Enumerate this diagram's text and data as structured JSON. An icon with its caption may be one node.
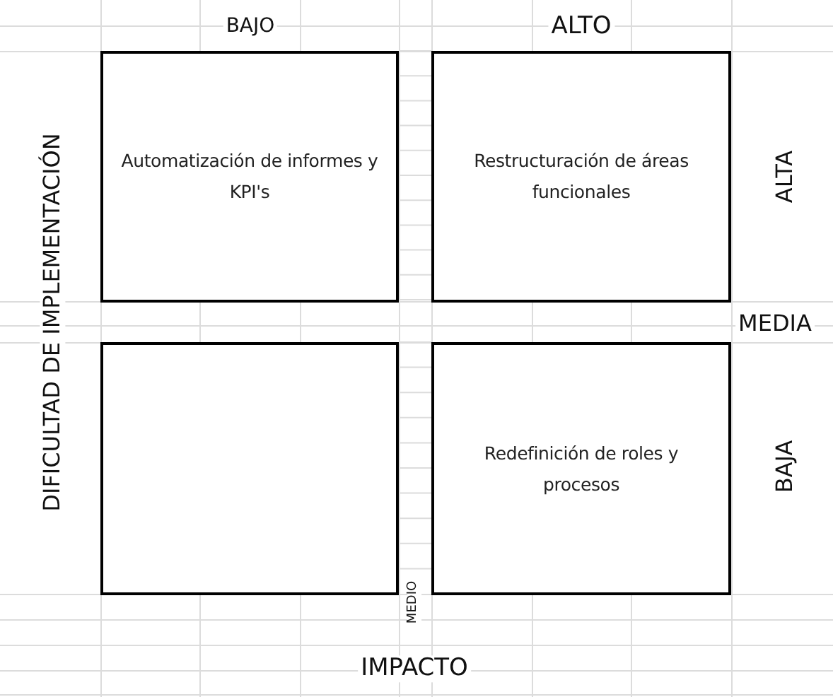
{
  "diagram": {
    "nodes": [
      {
        "text": [
          "Automatización de informes y KPI's"
        ]
      },
      {
        "text": [
          "Restructuración de áreas funcionales"
        ]
      },
      {
        "text": [],
        "shape": "box"
      },
      {
        "text": [
          "Redefinición de roles y procesos"
        ]
      }
    ],
    "edges": [],
    "labels": [
      "BAJO",
      "ALTO",
      "DIFICULTAD DE IMPLEMENTACIÓN",
      "ALTA",
      "MEDIA",
      "BAJA",
      "MEDIO",
      "IMPACTO"
    ]
  }
}
